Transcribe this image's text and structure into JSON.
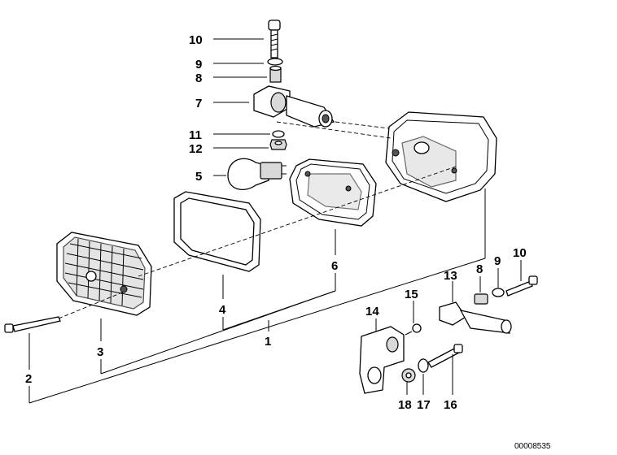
{
  "callouts": {
    "c10a": "10",
    "c9a": "9",
    "c8a": "8",
    "c7": "7",
    "c11": "11",
    "c12": "12",
    "c5": "5",
    "c6": "6",
    "c4": "4",
    "c3": "3",
    "c2": "2",
    "c1": "1",
    "c13": "13",
    "c8b": "8",
    "c9b": "9",
    "c10b": "10",
    "c15": "15",
    "c14": "14",
    "c18": "18",
    "c17": "17",
    "c16": "16"
  },
  "reference_number": "00008535"
}
